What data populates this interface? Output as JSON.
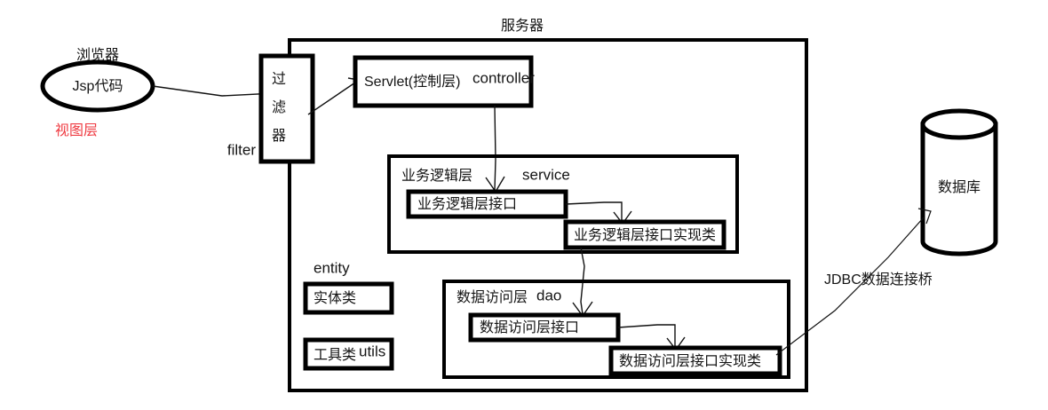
{
  "diagram": {
    "title": "服务器",
    "type": "architecture-layer-diagram"
  },
  "client": {
    "browser_label": "浏览器",
    "node_label": "Jsp代码",
    "view_layer_label": "视图层",
    "view_layer_color": "#ef3b42"
  },
  "filter": {
    "char1": "过",
    "char2": "滤",
    "char3": "器",
    "en_label": "filter"
  },
  "controller": {
    "box_label": "Servlet(控制层)",
    "en_label": "controller"
  },
  "service": {
    "layer_label": "业务逻辑层",
    "en_label": "service",
    "interface_label": "业务逻辑层接口",
    "impl_label": "业务逻辑层接口实现类"
  },
  "dao": {
    "layer_label": "数据访问层",
    "en_label": "dao",
    "interface_label": "数据访问层接口",
    "impl_label": "数据访问层接口实现类"
  },
  "entity": {
    "en_label": "entity",
    "entity_box_label": "实体类",
    "utils_box_label": "工具类",
    "utils_en_label": "utils"
  },
  "database": {
    "label": "数据库",
    "bridge_label": "JDBC数据连接桥"
  }
}
